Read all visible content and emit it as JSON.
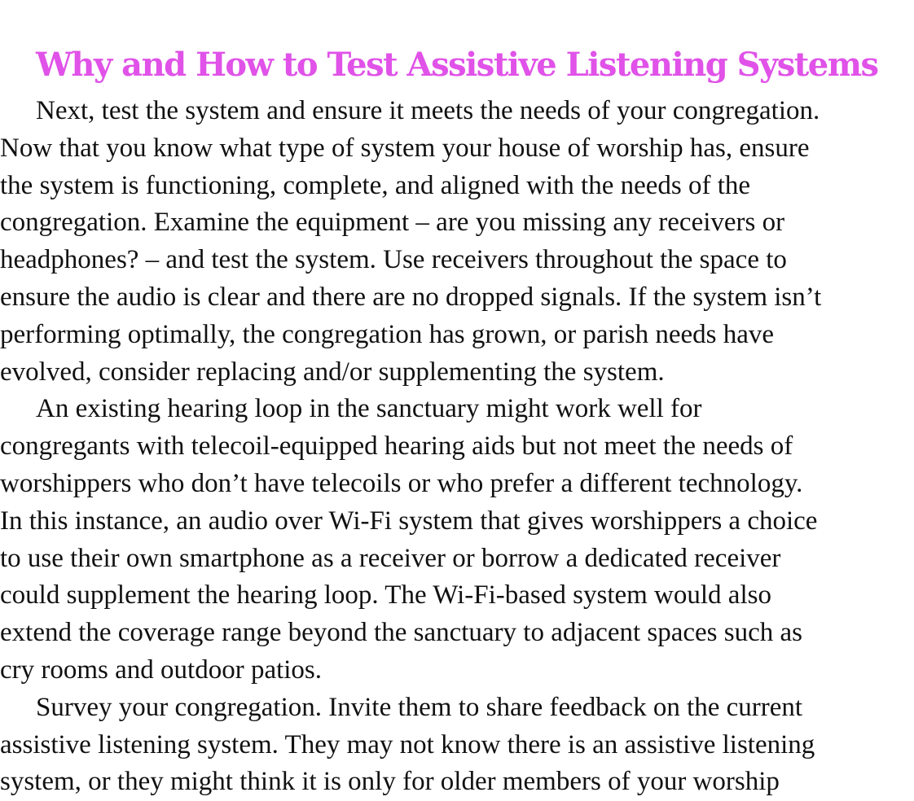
{
  "heading": "Why and How to Test Assistive Listening Systems",
  "paragraphs": [
    [
      "Next, test the system and ensure it meets the needs of your congregation.",
      "Now that you know what type of system your house of worship has, ensure",
      "the system is functioning, complete, and aligned with the needs of the",
      "congregation. Examine the equipment – are you missing any receivers or",
      "headphones? – and test the system. Use receivers throughout the space to",
      "ensure the audio is clear and there are no dropped signals. If the system isn’t",
      "performing optimally, the congregation has grown, or parish needs have",
      "evolved, consider replacing and/or supplementing the system."
    ],
    [
      "An existing hearing loop in the sanctuary might work well for",
      "congregants with telecoil-equipped hearing aids but not meet the needs of",
      "worshippers who don’t have telecoils or who prefer a different technology.",
      "In this instance, an audio over Wi-Fi system that gives worshippers a choice",
      "to use their own smartphone as a receiver or borrow a dedicated receiver",
      "could supplement the hearing loop. The Wi-Fi-based system would also",
      "extend the coverage range beyond the sanctuary to adjacent spaces such as",
      "cry rooms and outdoor patios."
    ],
    [
      "Survey your congregation. Invite them to share feedback on the current",
      "assistive listening system. They may not know there is an assistive listening",
      "system, or they might think it is only for older members of your worship"
    ]
  ]
}
